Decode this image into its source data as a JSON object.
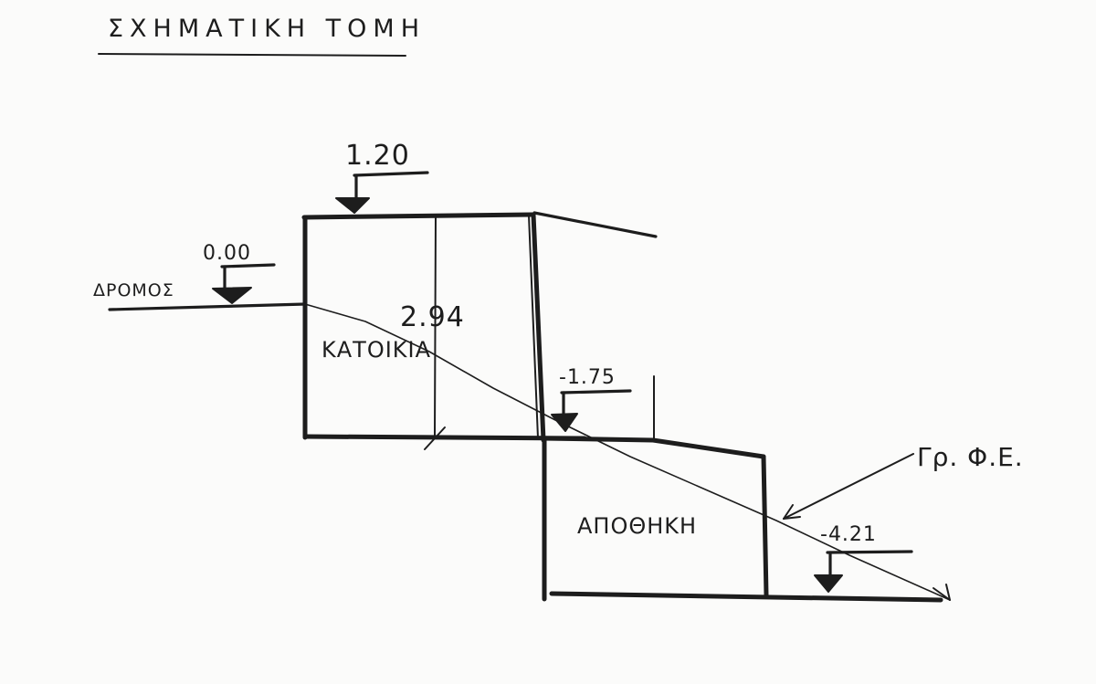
{
  "title": "ΣΧΗΜΑΤΙΚΗ ΤΟΜΗ",
  "road_label": "ΔΡΟΜΟΣ",
  "levels": {
    "road": "0.00",
    "roof": "1.20",
    "lower_floor": "-1.75",
    "bottom": "-4.21"
  },
  "height_dimension": "2.94",
  "rooms": {
    "upper": "ΚΑΤΟΙΚΙΑ",
    "lower": "ΑΠΟΘΗΚΗ"
  },
  "ground_line_label": "Γρ. Φ.Ε."
}
